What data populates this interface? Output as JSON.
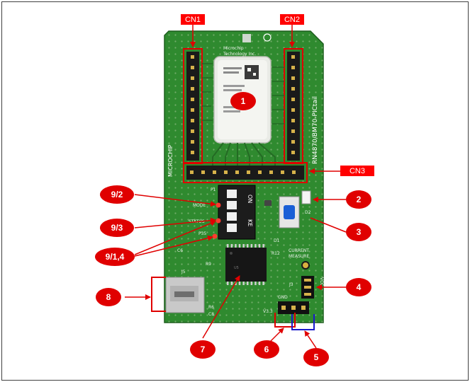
{
  "connector_labels": {
    "cn1": "CN1",
    "cn2": "CN2",
    "cn3": "CN3"
  },
  "callouts": {
    "c1": "1",
    "c2": "2",
    "c3": "3",
    "c4": "4",
    "c5": "5",
    "c6": "6",
    "c7": "7",
    "c8": "8",
    "c9_2": "9/2",
    "c9_3": "9/3",
    "c9_14": "9/1,4"
  },
  "board_silkscreen": {
    "vendor_vertical": "MICROCHIP",
    "part_vertical": "RN4870/BM70-PICtail",
    "module_vendor": "Microchip",
    "module_vendor2": "Technology Inc.",
    "p1": "P1",
    "mode": "MODE",
    "status": "STATUS",
    "p35": "P35",
    "switch_on": "ON",
    "switch_ke": "KE",
    "current": "CURRENT",
    "measure": "MEASURE",
    "j5": "J5",
    "j3": "J3",
    "gnd": "GND",
    "v33": "V3.3",
    "vcc": "VCC",
    "u5": "U5",
    "c8_board": "C8",
    "r6": "R6",
    "d1": "D1",
    "d2": "D2",
    "r12": "R12",
    "r9": "R9",
    "c6": "C6"
  },
  "colors": {
    "pcb": "#2e8b2e",
    "callout_fill": "#e00000",
    "label_fill": "#ff0000",
    "highlight_red": "#e00000",
    "highlight_blue": "#1a1acc"
  }
}
